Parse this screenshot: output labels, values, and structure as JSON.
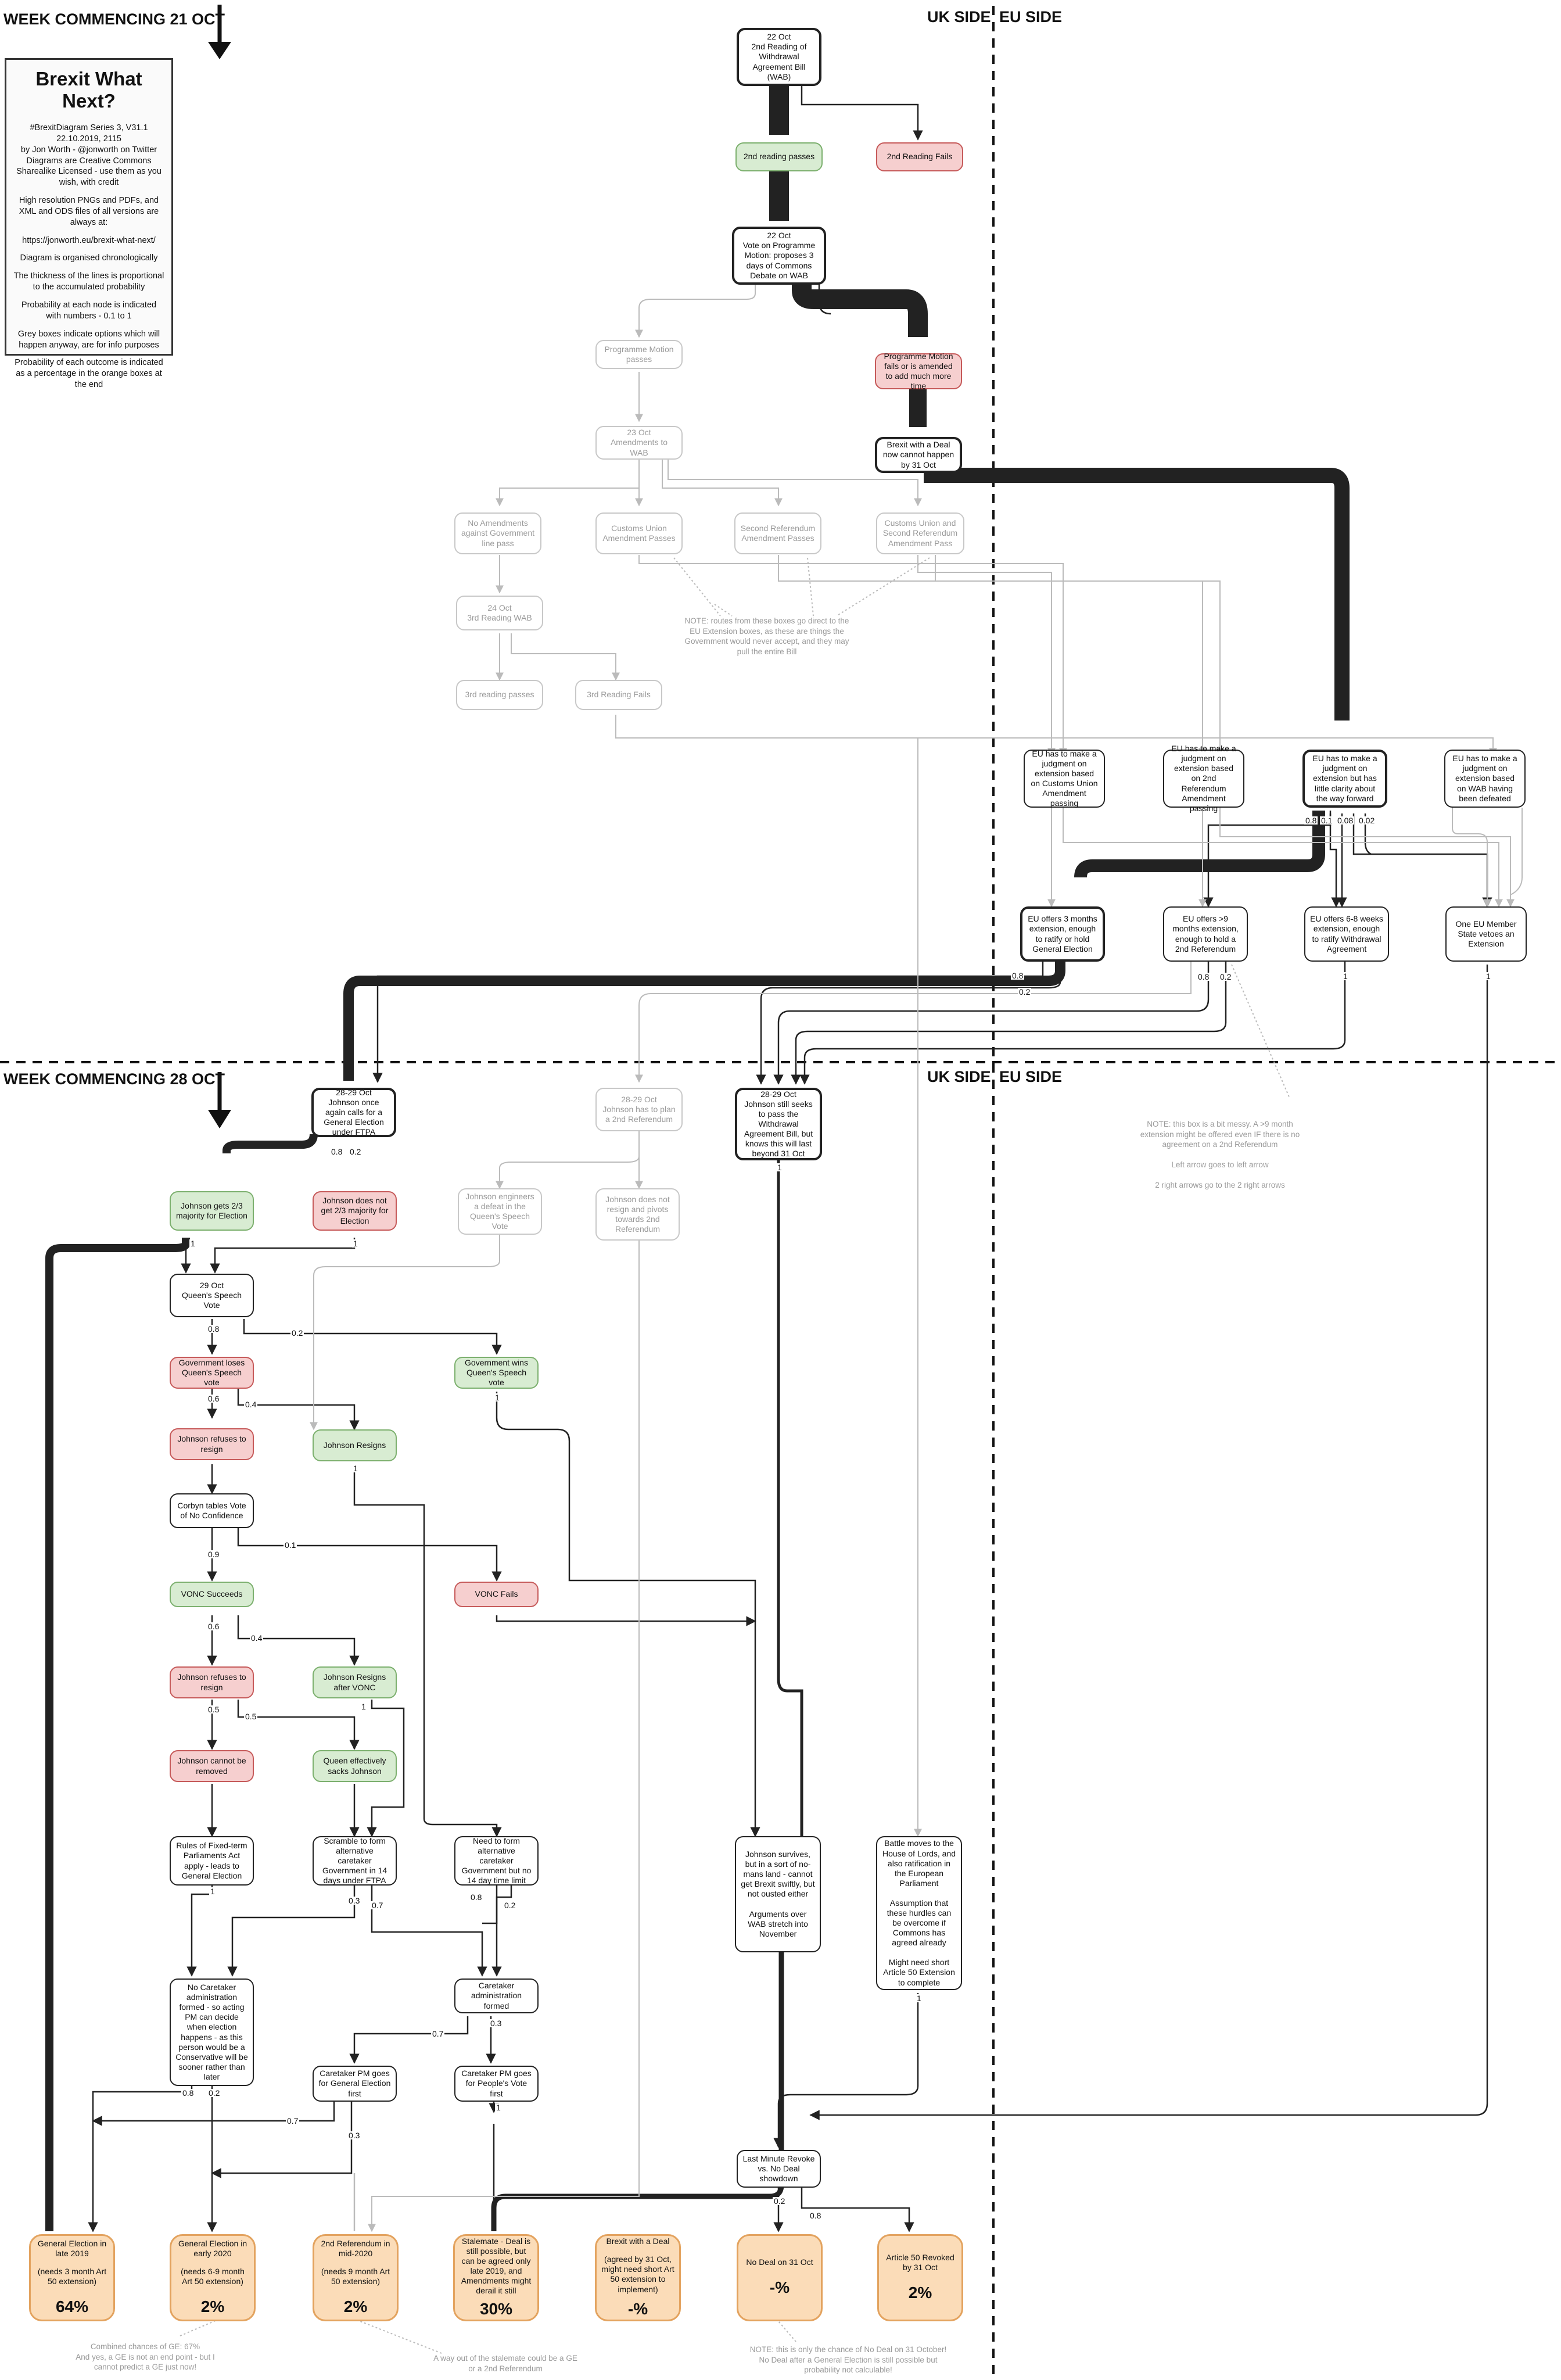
{
  "headers": {
    "week1": "WEEK COMMENCING 21 OCT",
    "week2": "WEEK COMMENCING 28 OCT",
    "uk_side": "UK SIDE",
    "eu_side": "EU SIDE"
  },
  "legend": {
    "title": "Brexit What Next?",
    "line1": "#BrexitDiagram Series 3, V31.1\n22.10.2019, 2115\nby Jon Worth - @jonworth on Twitter\nDiagrams are Creative Commons Sharealike Licensed - use them as you wish, with credit",
    "line2": "High resolution PNGs and PDFs, and XML and ODS files of all versions are always at:",
    "line3": "https://jonworth.eu/brexit-what-next/",
    "line4": "Diagram is organised chronologically",
    "line5": "The thickness of the lines is proportional to the accumulated probability",
    "line6": "Probability at each node is indicated with numbers - 0.1 to 1",
    "line7": "Grey boxes indicate options which will happen anyway, are for info purposes",
    "line8": "Probability of each outcome is indicated as a percentage in the orange boxes at the end"
  },
  "nodes": {
    "n_wab": "22 Oct\n2nd Reading of Withdrawal Agreement Bill (WAB)",
    "n_2rpass": "2nd reading passes",
    "n_2rfail": "2nd Reading Fails",
    "n_progvote": "22 Oct\nVote on Programme Motion: proposes 3 days of Commons Debate on WAB",
    "n_progpass": "Programme Motion passes",
    "n_progfail": "Programme Motion fails or is amended to add much more time",
    "n_nodeal31": "Brexit with a Deal now cannot happen by 31 Oct",
    "n_amend": "23 Oct\nAmendments to WAB",
    "n_noamend": "No Amendments against Government line pass",
    "n_cu": "Customs Union Amendment Passes",
    "n_2ref": "Second Referendum Amendment Passes",
    "n_cu2ref": "Customs Union and Second Referendum Amendment Pass",
    "n_3rd": "24 Oct\n3rd Reading WAB",
    "n_3rdpass": "3rd reading passes",
    "n_3rdfail": "3rd Reading Fails",
    "n_eu_cu": "EU has to make a judgment on extension based on Customs Union Amendment passing",
    "n_eu_2ref": "EU has to make a judgment on extension based on 2nd Referendum Amendment passing",
    "n_eu_unclear": "EU has to make a judgment on extension but has little clarity about the way forward",
    "n_eu_defeat": "EU has to make a judgment on extension based on WAB having been defeated",
    "n_eu3m": "EU offers 3 months extension, enough to ratify or hold General Election",
    "n_eu9m": "EU offers >9 months extension, enough to hold a 2nd Referendum",
    "n_eu6w": "EU offers 6-8 weeks extension, enough to ratify Withdrawal Agreement",
    "n_euveto": "One EU Member State vetoes an Extension",
    "n_ge_call": "28-29 Oct\nJohnson once again calls for a General Election under FTPA",
    "n_johnref": "28-29 Oct\nJohnson has to plan a 2nd Referendum",
    "n_johnpass": "28-29 Oct\nJohnson still seeks to pass the Withdrawal Agreement Bill, but knows this will last beyond 31 Oct",
    "n_23yes": "Johnson gets 2/3 majority for Election",
    "n_23no": "Johnson does not get 2/3 majority for Election",
    "n_engdef": "Johnson engineers a defeat in the Queen's Speech Vote",
    "n_noresign": "Johnson does not resign and pivots towards 2nd Referendum",
    "n_qsv": "29 Oct\nQueen's Speech Vote",
    "n_govlose": "Government loses Queen's Speech vote",
    "n_govwin": "Government wins Queen's Speech vote",
    "n_refuse1": "Johnson refuses to resign",
    "n_resigns": "Johnson Resigns",
    "n_corbyn": "Corbyn tables Vote of No Confidence",
    "n_vonc_s": "VONC Succeeds",
    "n_vonc_f": "VONC Fails",
    "n_refuse2": "Johnson refuses to resign",
    "n_resvonc": "Johnson Resigns after VONC",
    "n_cannot": "Johnson cannot be removed",
    "n_sacks": "Queen effectively sacks Johnson",
    "n_ftpa": "Rules of Fixed-term Parliaments Act apply - leads to General Election",
    "n_scram": "Scramble to form alternative caretaker Government in 14 days under FTPA",
    "n_form": "Need to form alternative caretaker Government but no 14 day time limit",
    "n_survive": "Johnson survives, but in a sort of no-mans land - cannot get Brexit swiftly, but not ousted either\n\nArguments over WAB stretch into November",
    "n_lords": "Battle moves to the House of Lords, and also ratification in the European Parliament\n\nAssumption that these hurdles can be overcome if Commons has agreed already\n\nMight need short Article 50 Extension to complete",
    "n_nocare": "No Caretaker administration formed - so acting PM can decide when election happens - as this person would be a Conservative will be sooner rather than later",
    "n_careform": "Caretaker administration formed",
    "n_cpm_ge": "Caretaker PM goes for General Election first",
    "n_cpm_pv": "Caretaker PM goes for People's Vote first",
    "n_revoke": "Last Minute Revoke vs. No Deal showdown"
  },
  "outcomes": [
    {
      "title": "General Election in late 2019",
      "sub": "(needs 3 month Art 50 extension)",
      "pct": "64%"
    },
    {
      "title": "General Election in early 2020",
      "sub": "(needs 6-9 month Art 50 extension)",
      "pct": "2%"
    },
    {
      "title": "2nd Referendum in mid-2020",
      "sub": "(needs 9 month Art 50 extension)",
      "pct": "2%"
    },
    {
      "title": "Stalemate - Deal is still possible, but can be agreed only late 2019, and Amendments might derail it still",
      "sub": "",
      "pct": "30%"
    },
    {
      "title": "Brexit with a Deal",
      "sub": "(agreed by 31 Oct, might need short Art 50 extension to implement)",
      "pct": "-%"
    },
    {
      "title": "No Deal on 31 Oct",
      "sub": "",
      "pct": "-%"
    },
    {
      "title": "Article 50 Revoked by 31 Oct",
      "sub": "",
      "pct": "2%"
    }
  ],
  "notes": {
    "amend_note": "NOTE: routes from these boxes go direct to the EU Extension boxes, as these are things the Government would never accept, and they may pull the entire Bill",
    "eu_note": "NOTE: this box is a bit messy. A >9 month extension might be offered even IF there is no agreement on a 2nd Referendum\n\nLeft arrow goes to left arrow\n\n2 right arrows go to the 2 right arrows",
    "ge_note": "Combined chances of GE: 67%\nAnd yes, a GE is not an end point - but I cannot predict a GE just now!",
    "stale_note": "A way out of the stalemate could be a GE or a 2nd Referendum",
    "nodeal_note": "NOTE: this is only the chance of No Deal on 31 October! No Deal after a General Election is still possible but probability not calculable!"
  },
  "edge_labels": {
    "e1": "0.8",
    "e2": "0.1",
    "e3": "0.08",
    "e4": "0.02",
    "e5": "0.8",
    "e6": "0.2",
    "e7": "0.8",
    "e8": "0.2",
    "e9": "0.8",
    "e10": "0.2",
    "e11": "0.8",
    "e12": "0.2",
    "e13": "0.6",
    "e14": "0.4",
    "e15": "0.9",
    "e16": "0.1",
    "e17": "0.6",
    "e18": "0.4",
    "e19": "0.5",
    "e20": "0.5",
    "e21": "0.3",
    "e22": "0.7",
    "e23": "0.8",
    "e24": "0.2",
    "e25": "0.3",
    "e26": "0.7",
    "e27": "0.3",
    "e28": "0.8",
    "e29": "0.2",
    "e30": "0.7",
    "e31": "0.3",
    "e32": "0.2",
    "e33": "0.8",
    "e34": "1",
    "e35": "1",
    "e36": "1",
    "e37": "1",
    "e38": "1",
    "e39": "1",
    "e40": "1",
    "e41": "1",
    "e42": "1",
    "e43": "1",
    "e44": "1"
  }
}
